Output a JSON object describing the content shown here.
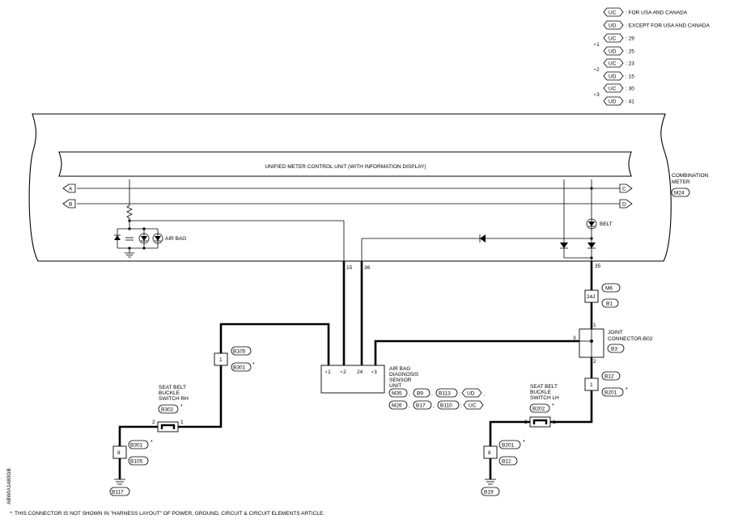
{
  "legend": {
    "uc_tag": "UC",
    "ud_tag": "UD",
    "uc_desc": ": FOR USA AND CANADA",
    "ud_desc": ": EXCEPT FOR USA AND CANADA",
    "star1": "⋆1",
    "star1_uc": ": 29",
    "star1_ud": ": 25",
    "star2": "⋆2",
    "star2_uc": ": 23",
    "star2_ud": ": 15",
    "star3": "⋆3",
    "star3_uc": ": 30",
    "star3_ud": ": 41"
  },
  "meter": {
    "unit_title": "UNIFIED METER CONTROL UNIT (WITH INFORMATION DISPLAY)",
    "label_line1": "COMBINATION",
    "label_line2": "METER",
    "connector": "M24",
    "bus_a": "A",
    "bus_b": "B",
    "bus_c": "C",
    "bus_d": "D",
    "airbag_lamp": "AIR BAG",
    "belt_lamp": "BELT",
    "pin_15": "15",
    "pin_36": "36",
    "pin_35": "35"
  },
  "connectors": {
    "m6": "M6",
    "b1": "B1",
    "term_24j": "24J",
    "b105": "B105",
    "b301": "B301",
    "term_1": "1",
    "term_8": "8",
    "b12": "B12",
    "b201": "B201",
    "b302": "B302",
    "b202": "B202",
    "b117": "B117",
    "b19": "B19",
    "b3": "B3",
    "star": "*"
  },
  "joint": {
    "line1": "JOINT",
    "line2": "CONNECTOR-B02",
    "pin_1": "1",
    "pin_2": "2",
    "pin_3": "3"
  },
  "sensor": {
    "line1": "AIR BAG",
    "line2": "DIAGNOSIS",
    "line3": "SENSOR",
    "line4": "UNIT",
    "pin_s1": "⋆1",
    "pin_s2": "⋆2",
    "pin_24": "24",
    "pin_s3": "⋆3",
    "conn_m35": "M35",
    "conn_b9": "B9",
    "conn_b113": "B113",
    "conn_m26": "M26",
    "conn_b17": "B17",
    "conn_b110": "B110",
    "comma": ",",
    "colon": ":"
  },
  "switches": {
    "rh_line1": "SEAT BELT",
    "rh_line2": "BUCKLE",
    "rh_line3": "SWITCH RH",
    "lh_line1": "SEAT BELT",
    "lh_line2": "BUCKLE",
    "lh_line3": "SWITCH LH",
    "pin_1": "1",
    "pin_2": "2"
  },
  "footnote": "*: THIS CONNECTOR IS NOT SHOWN IN \"HARNESS LAYOUT\" OF POWER, GROUND, CIRCUIT & CIRCUIT ELEMENTS ARTICLE.",
  "side_code": "ABWIA1480GB"
}
